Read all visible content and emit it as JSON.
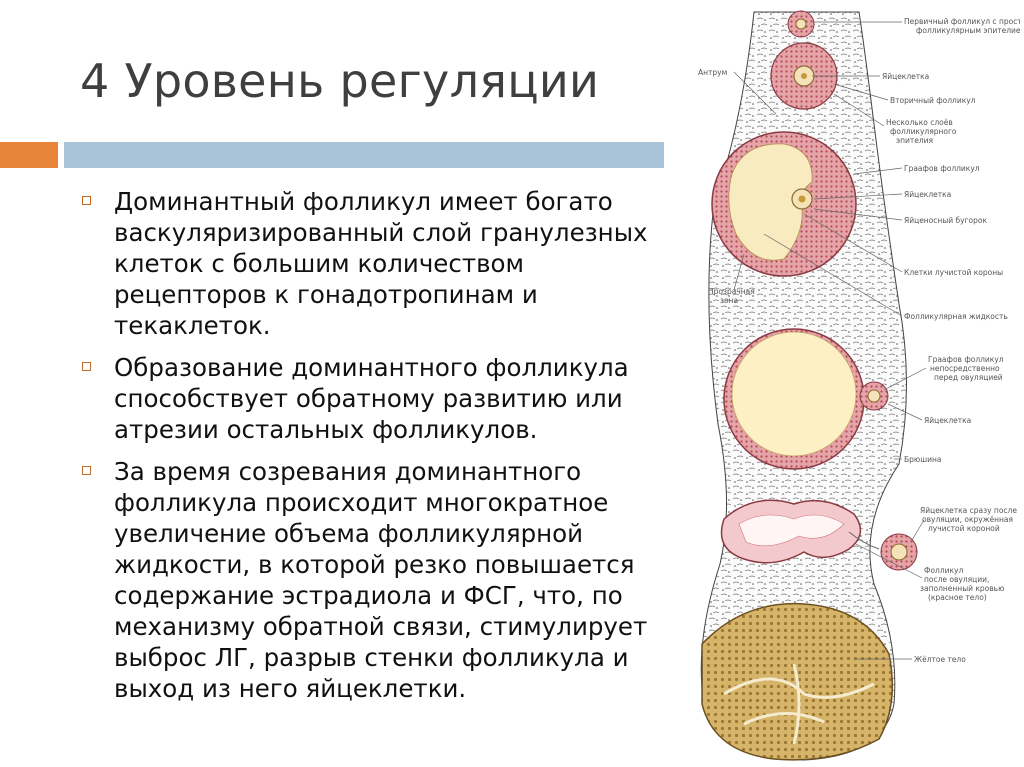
{
  "slide": {
    "title": "4 Уровень регуляции",
    "colors": {
      "accent_orange": "#e8833a",
      "accent_blue": "#a8c2d8",
      "text": "#111111",
      "title": "#3f3f3f"
    },
    "bullets": [
      "Доминантный фолликул имеет богато васкуляризированный слой гранулезных клеток с большим количеством рецепторов к гонадотропинам и текаклеток.",
      "Образование доминантного фолликула способствует обратному развитию или атрезии остальных фолликулов.",
      "За время созревания доминантного фолликула происходит многократное увеличение объема фолликулярной жидкости, в которой резко повышается содержание эстрадиола и ФСГ, что, по механизму обратной связи, стимулирует выброс ЛГ, разрыв стенки фолликула и выход из него яйцеклетки."
    ]
  },
  "figure": {
    "labels": {
      "primary_follicle_1": "Первичный фолликул с простым",
      "primary_follicle_2": "фолликулярным эпителием",
      "antrum": "Антрум",
      "oocyte_1": "Яйцеклетка",
      "secondary_follicle": "Вторичный фолликул",
      "layers_1": "Несколько слоёв",
      "layers_2": "фолликулярного",
      "layers_3": "эпителия",
      "graafian": "Граафов фолликул",
      "oocyte_2": "Яйцеклетка",
      "cumulus": "Яйценосный бугорок",
      "corona": "Клетки лучистой короны",
      "zona_1": "Прозрачная",
      "zona_2": "зона",
      "fluid": "Фолликулярная жидкость",
      "graafian_pre_1": "Граафов фолликул",
      "graafian_pre_2": "непосредственно",
      "graafian_pre_3": "перед овуляцией",
      "oocyte_3": "Яйцеклетка",
      "peritoneum": "Брюшина",
      "ovulated_1": "Яйцеклетка сразу после",
      "ovulated_2": "овуляции, окружённая",
      "ovulated_3": "лучистой короной",
      "post_1": "Фолликул",
      "post_2": "после овуляции,",
      "post_3": "заполненный кровью",
      "post_4": "(красное тело)",
      "corpus_luteum": "Жёлтое тело"
    }
  }
}
